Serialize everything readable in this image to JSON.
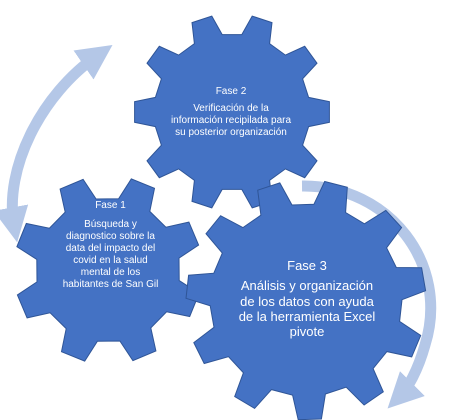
{
  "colors": {
    "gear_fill": "#4472C4",
    "gear_stroke": "#2F5597",
    "arrow": "#B4C7E7",
    "text": "#FFFFFF"
  },
  "gears": {
    "fase2": {
      "title": "Fase 2",
      "lines": [
        "Verificación de la",
        "información recipilada para",
        "su posterior organización"
      ]
    },
    "fase1": {
      "title": "Fase 1",
      "lines": [
        "Búsqueda y",
        "diagnostico sobre la",
        "data del impacto del",
        "covid en la salud",
        "mental de los",
        "habitantes de San Gil"
      ]
    },
    "fase3": {
      "title": "Fase 3",
      "lines": [
        "Análisis y organización",
        "de los datos con ayuda",
        "de la herramienta Excel",
        "pivote"
      ]
    }
  }
}
